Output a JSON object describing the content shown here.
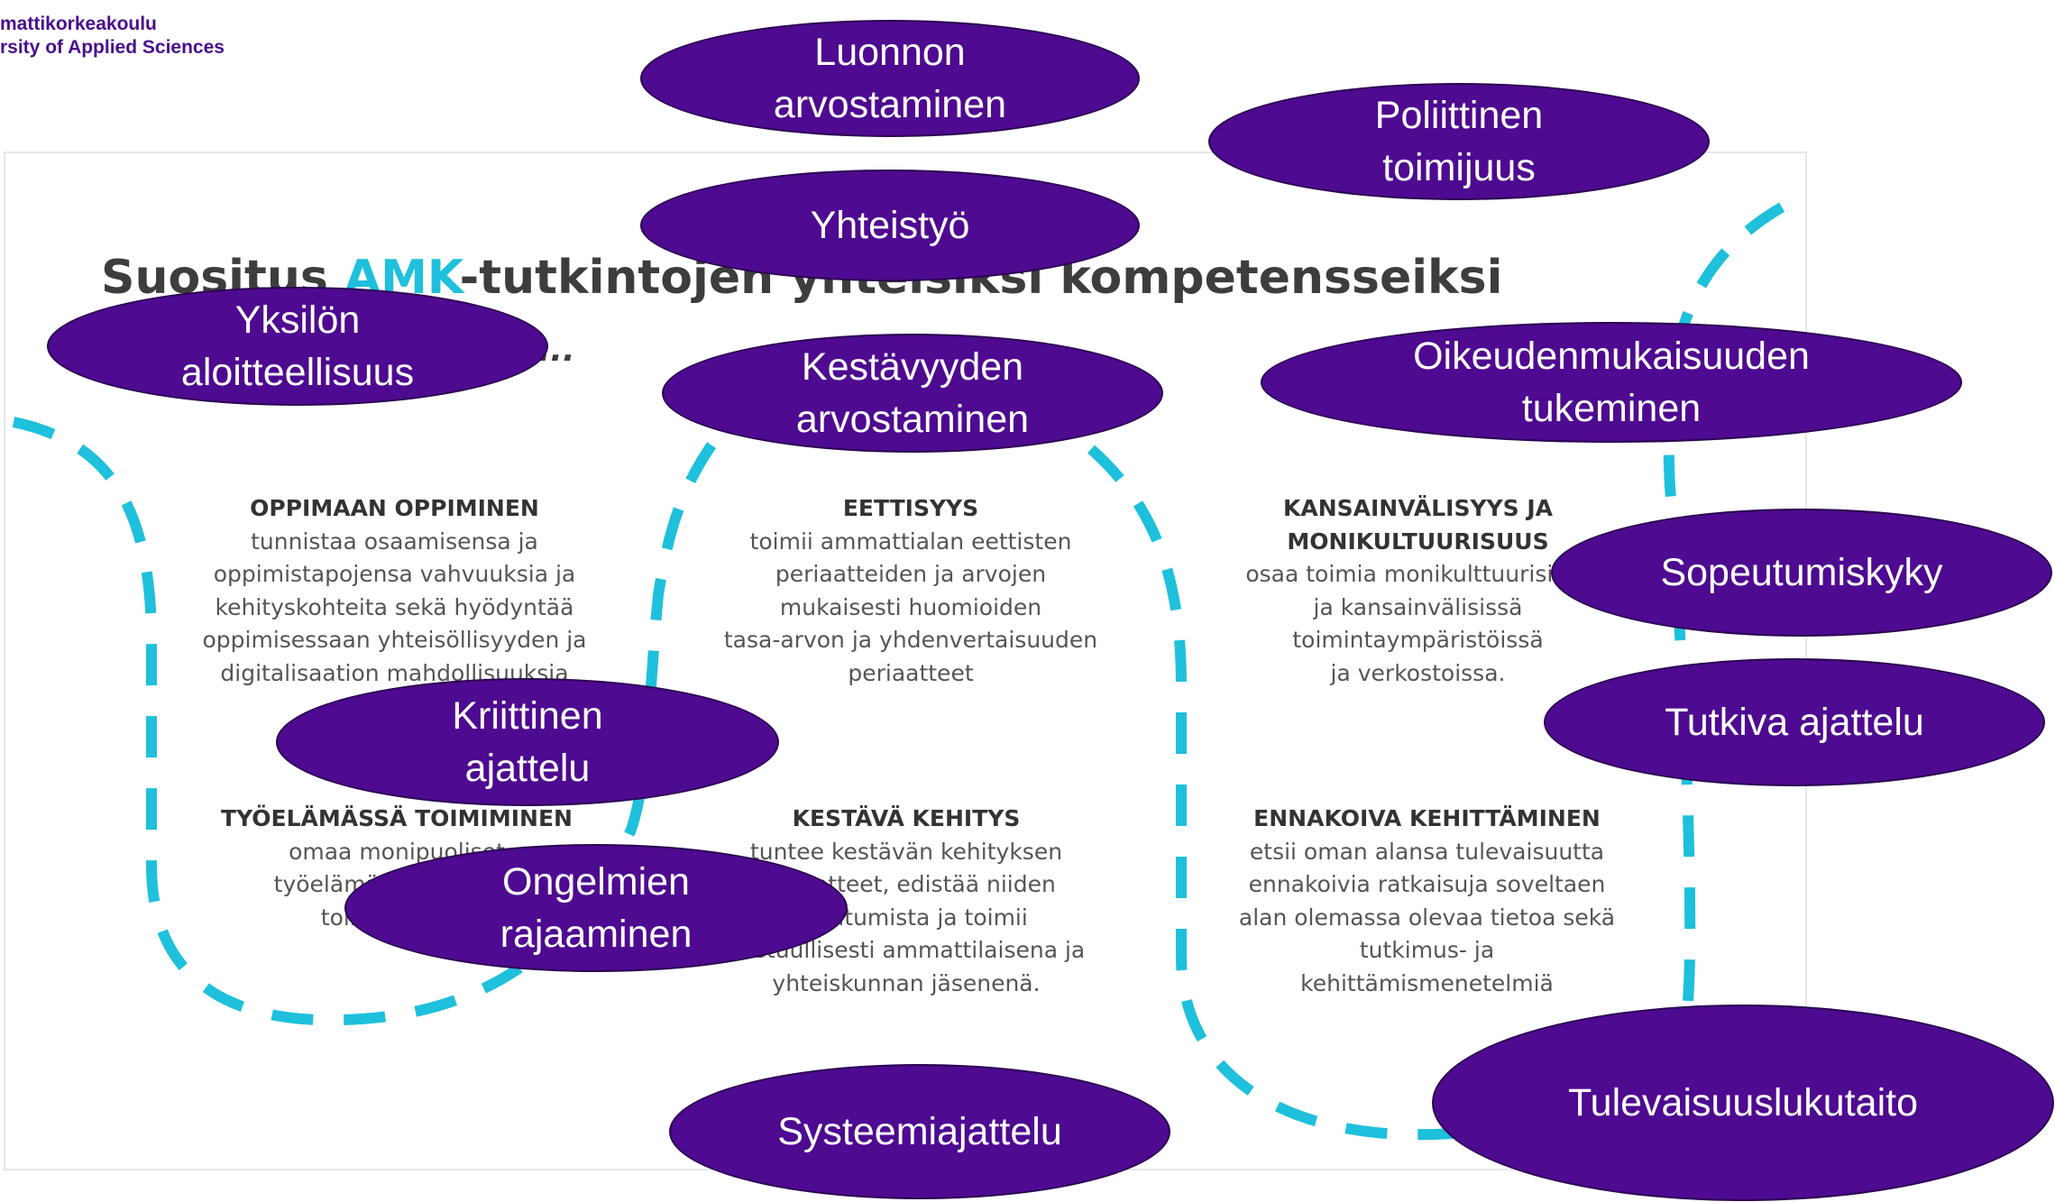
{
  "logo": {
    "line1": "mattikorkeakoulu",
    "line2": "rsity of Applied Sciences"
  },
  "card": {
    "title_pre": "Suositus ",
    "title_accent": "AMK",
    "title_post": "-tutkintojen yhteisiksi kompetensseiksi",
    "subtitle": "ja..."
  },
  "competences": [
    {
      "heading": "OPPIMAAN OPPIMINEN",
      "text": "tunnistaa osaamisensa ja\noppimistapojensa vahvuuksia ja\nkehityskohteita sekä hyödyntää\noppimisessaan yhteisöllisyyden ja\ndigitalisaation mahdollisuuksia"
    },
    {
      "heading": "EETTISYYS",
      "text": "toimii ammattialan eettisten\nperiaatteiden ja arvojen\nmukaisesti huomioiden\ntasa-arvon ja yhdenvertaisuuden\nperiaatteet"
    },
    {
      "heading": "KANSAINVÄLISYYS JA\nMONIKULTUURISUUS",
      "text": "osaa toimia monikulttuurisissa\nja kansainvälisissä\ntoimintaympäristöissä\nja verkostoissa."
    },
    {
      "heading": "TYÖELÄMÄSSÄ TOIMIMINEN",
      "text": "omaa monipuoliset\ntyöelämävalmiudet ja\ntoimia alansa"
    },
    {
      "heading": "KESTÄVÄ KEHITYS",
      "text": "tuntee kestävän kehityksen\nperiaatteet, edistää niiden\ntoteutumista ja toimii\nvastuullisesti ammattilaisena ja\nyhteiskunnan jäsenenä."
    },
    {
      "heading": "ENNAKOIVA KEHITTÄMINEN",
      "text": "etsii oman alansa tulevaisuutta\nennakoivia ratkaisuja soveltaen\nalan olemassa olevaa tietoa sekä\ntutkimus- ja\nkehittämismenetelmiä"
    }
  ],
  "ellipses": [
    "Luonnon\narvostaminen",
    "Poliittinen\ntoimijuus",
    "Yhteistyö",
    "Yksilön\naloitteellisuus",
    "Kestävyyden\narvostaminen",
    "Oikeudenmukaisuuden\ntukeminen",
    "Sopeutumiskyky",
    "Tutkiva ajattelu",
    "Kriittinen\najattelu",
    "Ongelmien\nrajaaminen",
    "Tulevaisuuslukutaito",
    "Systeemiajattelu"
  ],
  "colors": {
    "ellipse_fill": "#4e0a90",
    "dash_line": "#1ec0dc",
    "accent": "#1ec0dc",
    "logo": "#4a0f8c"
  }
}
